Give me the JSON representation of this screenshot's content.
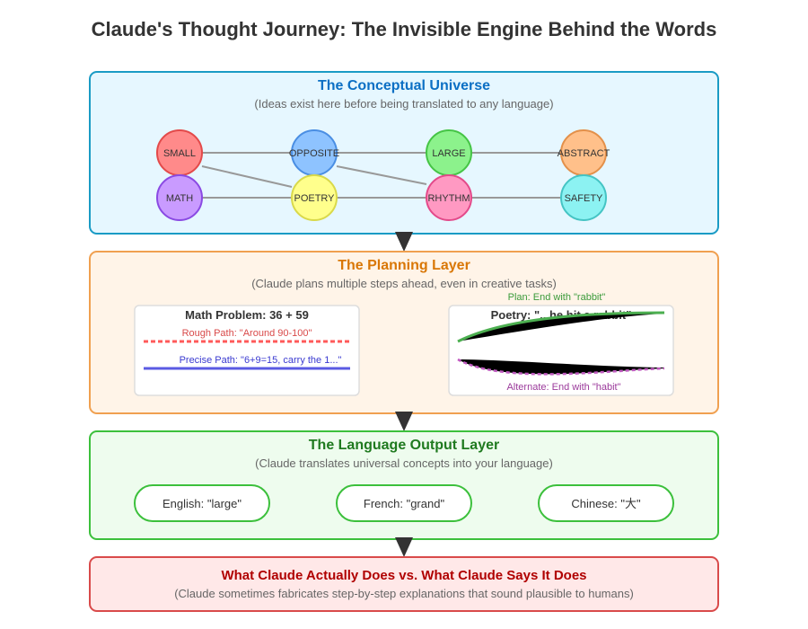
{
  "title": "Claude's Thought Journey: The Invisible Engine Behind the Words",
  "conceptual": {
    "title": "The Conceptual Universe",
    "subtitle": "(Ideas exist here before being translated to any language)",
    "nodes": [
      {
        "label": "SMALL",
        "fill": "#ff8a8a",
        "stroke": "#e34a4a"
      },
      {
        "label": "OPPOSITE",
        "fill": "#8ec3ff",
        "stroke": "#4a8ee3"
      },
      {
        "label": "LARGE",
        "fill": "#8cf28c",
        "stroke": "#45c445"
      },
      {
        "label": "ABSTRACT",
        "fill": "#ffc08a",
        "stroke": "#e3904a"
      },
      {
        "label": "MATH",
        "fill": "#c99bff",
        "stroke": "#8a4ae3"
      },
      {
        "label": "POETRY",
        "fill": "#ffff8c",
        "stroke": "#d9d94a"
      },
      {
        "label": "RHYTHM",
        "fill": "#ff99c2",
        "stroke": "#e34a8a"
      },
      {
        "label": "SAFETY",
        "fill": "#8cf2f2",
        "stroke": "#45c4c4"
      }
    ]
  },
  "planning": {
    "title": "The Planning Layer",
    "subtitle": "(Claude plans multiple steps ahead, even in creative tasks)",
    "math": {
      "title": "Math Problem: 36 + 59",
      "rough": "Rough Path: \"Around 90-100\"",
      "precise": "Precise Path: \"6+9=15, carry the 1...\""
    },
    "poetry": {
      "title": "Poetry: \"...he hit a rabbit\"",
      "plan": "Plan: End with \"rabbit\"",
      "alternate": "Alternate: End with \"habit\""
    }
  },
  "language": {
    "title": "The Language Output Layer",
    "subtitle": "(Claude translates universal concepts into your language)",
    "outputs": [
      "English: \"large\"",
      "French: \"grand\"",
      "Chinese: \"大\""
    ]
  },
  "actual": {
    "title": "What Claude Actually Does vs. What Claude Says It Does",
    "subtitle": "(Claude sometimes fabricates step-by-step explanations that sound plausible to humans)"
  },
  "colors": {
    "conceptual_bg": "#e6f7ff",
    "conceptual_stroke": "#1a9bc5",
    "conceptual_title": "#0b6fc4",
    "planning_bg": "#fff4e8",
    "planning_stroke": "#f0a050",
    "planning_title": "#d97706",
    "language_bg": "#eefcee",
    "language_stroke": "#3cc03c",
    "language_title": "#1f7a1f",
    "actual_bg": "#ffe8e8",
    "actual_stroke": "#d94a4a",
    "actual_title": "#b00000"
  }
}
